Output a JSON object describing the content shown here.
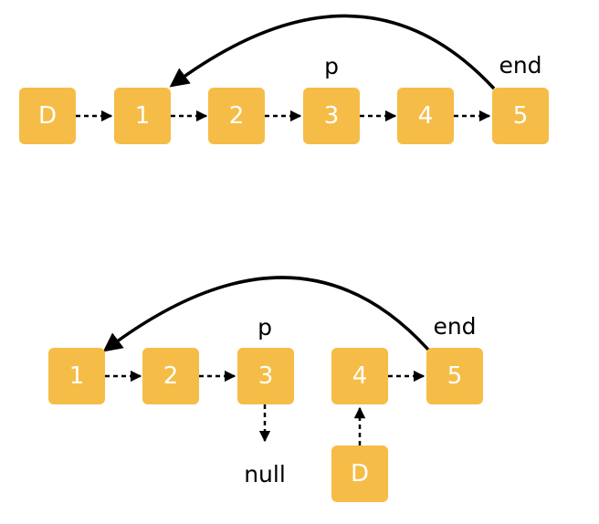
{
  "colors": {
    "node_fill": "#F5BD47",
    "node_text": "#FFFFFF",
    "line": "#000000"
  },
  "top": {
    "nodes": [
      "D",
      "1",
      "2",
      "3",
      "4",
      "5"
    ],
    "label_p": "p",
    "label_end": "end"
  },
  "bottom": {
    "nodes": [
      "1",
      "2",
      "3",
      "4",
      "5"
    ],
    "dummy": "D",
    "label_p": "p",
    "label_end": "end",
    "null_label": "null"
  }
}
